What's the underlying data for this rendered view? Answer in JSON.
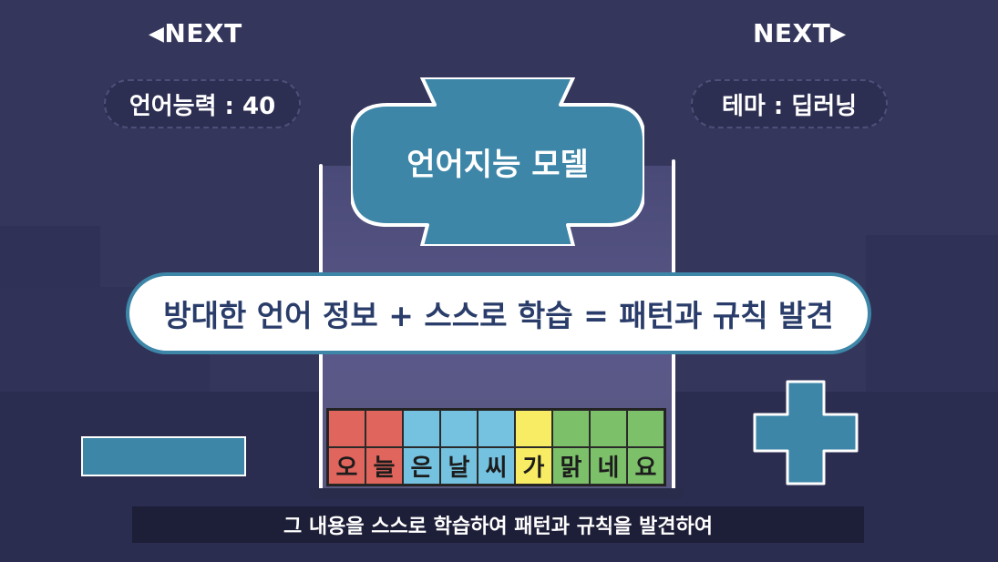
{
  "nav": {
    "prev_arrow": "◀",
    "prev_label": "NEXT",
    "next_label": "NEXT",
    "next_arrow": "▶"
  },
  "stats": {
    "language_ability": "언어능력 : 40",
    "theme": "테마 : 딥러닝"
  },
  "falling_piece": {
    "label": "언어지능 모델"
  },
  "banner": {
    "text": "방대한 언어 정보 + 스스로 학습 = 패턴과 규칙 발견"
  },
  "grid": {
    "top_colors": [
      "#e0655c",
      "#e0655c",
      "#74c1e0",
      "#74c1e0",
      "#74c1e0",
      "#f7ec63",
      "#7cc06a",
      "#7cc06a",
      "#7cc06a"
    ],
    "letters": [
      "오",
      "늘",
      "은",
      "날",
      "씨",
      "가",
      "맑",
      "네",
      "요"
    ]
  },
  "subtitle": {
    "text": "그 내용을 스스로 학습하여 패턴과 규칙을 발견하여"
  },
  "colors": {
    "background": "#34365c",
    "piece_blue": "#3d86a8",
    "red": "#e0655c",
    "blue": "#74c1e0",
    "yellow": "#f7ec63",
    "green": "#7cc06a"
  }
}
